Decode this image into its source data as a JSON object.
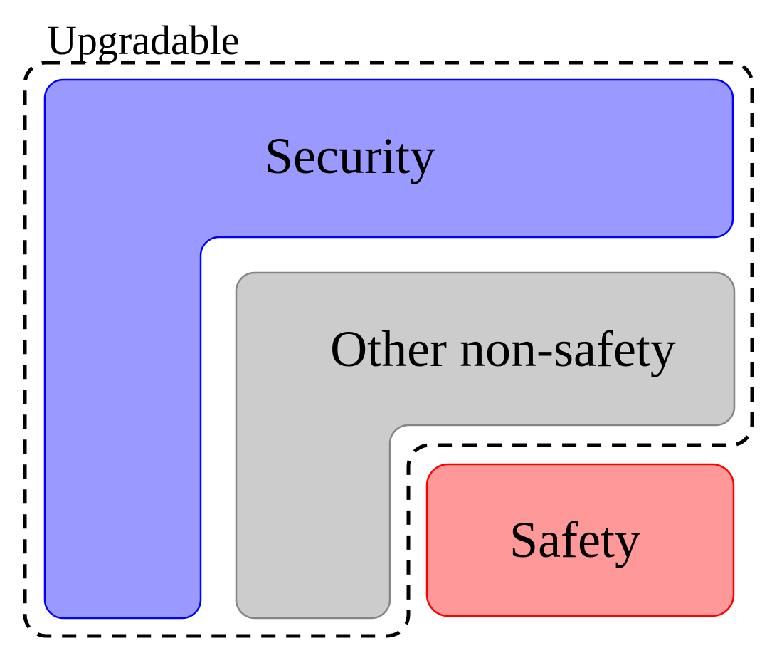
{
  "figure": {
    "background": "#ffffff",
    "text_color": "#000000",
    "outer_set": {
      "label": "Upgradable",
      "border_color": "#000000",
      "border_style": "dashed"
    },
    "regions": [
      {
        "name": "security",
        "label": "Security",
        "fill": "#9999ff",
        "border": "#0000ff"
      },
      {
        "name": "other-non-safety",
        "label": "Other non-safety",
        "fill": "#cccccc",
        "border": "#858585"
      },
      {
        "name": "safety",
        "label": "Safety",
        "fill": "#ff9999",
        "border": "#ff0000"
      }
    ]
  }
}
